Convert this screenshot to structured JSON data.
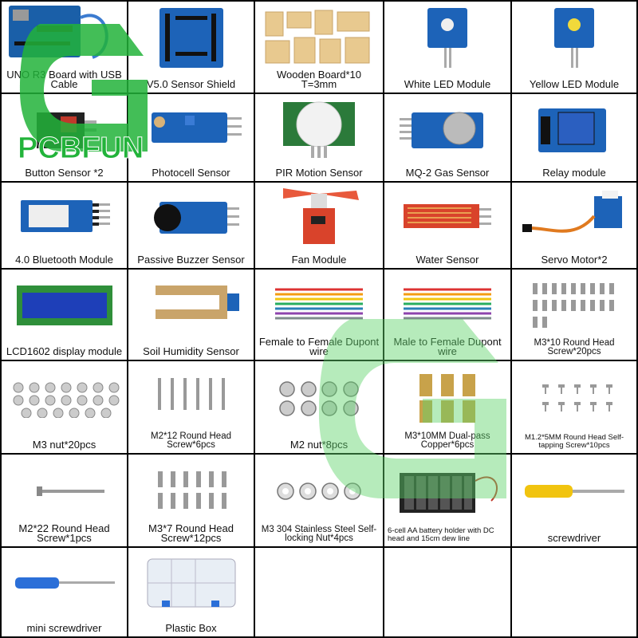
{
  "watermark": {
    "brand": "PCBFUN",
    "color": "#22b33a"
  },
  "grid": {
    "cols": 5,
    "rows": 7,
    "line_color": "#000000"
  },
  "items": [
    {
      "label": "UNO R3 Board with USB Cable",
      "icon": "arduino-board-icon"
    },
    {
      "label": "V5.0 Sensor Shield",
      "icon": "sensor-shield-icon"
    },
    {
      "label": "Wooden Board*10 T=3mm",
      "icon": "wooden-board-icon"
    },
    {
      "label": "White LED Module",
      "icon": "white-led-icon"
    },
    {
      "label": "Yellow LED Module",
      "icon": "yellow-led-icon"
    },
    {
      "label": "Button Sensor *2",
      "icon": "button-sensor-icon"
    },
    {
      "label": "Photocell Sensor",
      "icon": "photocell-icon"
    },
    {
      "label": "PIR Motion Sensor",
      "icon": "pir-sensor-icon"
    },
    {
      "label": "MQ-2 Gas Sensor",
      "icon": "gas-sensor-icon"
    },
    {
      "label": "Relay module",
      "icon": "relay-icon"
    },
    {
      "label": "4.0 Bluetooth Module",
      "icon": "bluetooth-module-icon"
    },
    {
      "label": "Passive Buzzer Sensor",
      "icon": "buzzer-icon"
    },
    {
      "label": "Fan Module",
      "icon": "fan-icon"
    },
    {
      "label": "Water Sensor",
      "icon": "water-sensor-icon"
    },
    {
      "label": "Servo Motor*2",
      "icon": "servo-icon"
    },
    {
      "label": "LCD1602 display module",
      "icon": "lcd-icon"
    },
    {
      "label": "Soil Humidity Sensor",
      "icon": "soil-sensor-icon"
    },
    {
      "label": "Female to Female Dupont wire",
      "icon": "dupont-wire-icon"
    },
    {
      "label": "Male to Female Dupont wire",
      "icon": "dupont-wire-icon"
    },
    {
      "label": "M3*10 Round Head Screw*20pcs",
      "icon": "screw-set-icon"
    },
    {
      "label": "M3 nut*20pcs",
      "icon": "nut-set-icon"
    },
    {
      "label": "M2*12 Round Head Screw*6pcs",
      "icon": "long-screw-icon"
    },
    {
      "label": "M2 nut*8pcs",
      "icon": "hex-nut-icon"
    },
    {
      "label": "M3*10MM Dual-pass Copper*6pcs",
      "icon": "copper-standoff-icon"
    },
    {
      "label": "M1.2*5MM Round Head Self-tapping Screw*10pcs",
      "icon": "tiny-screw-icon"
    },
    {
      "label": "M2*22 Round Head Screw*1pcs",
      "icon": "single-screw-icon"
    },
    {
      "label": "M3*7 Round Head Screw*12pcs",
      "icon": "screw-set-icon"
    },
    {
      "label": "M3 304 Stainless Steel Self- locking Nut*4pcs",
      "icon": "locknut-icon"
    },
    {
      "label": "6-cell AA battery holder with DC head and 15cm dew line",
      "icon": "battery-holder-icon"
    },
    {
      "label": "screwdriver",
      "icon": "screwdriver-icon"
    },
    {
      "label": "mini screwdriver",
      "icon": "mini-screwdriver-icon"
    },
    {
      "label": "Plastic Box",
      "icon": "plastic-box-icon"
    },
    {
      "label": "",
      "icon": ""
    },
    {
      "label": "",
      "icon": ""
    },
    {
      "label": "",
      "icon": ""
    }
  ]
}
